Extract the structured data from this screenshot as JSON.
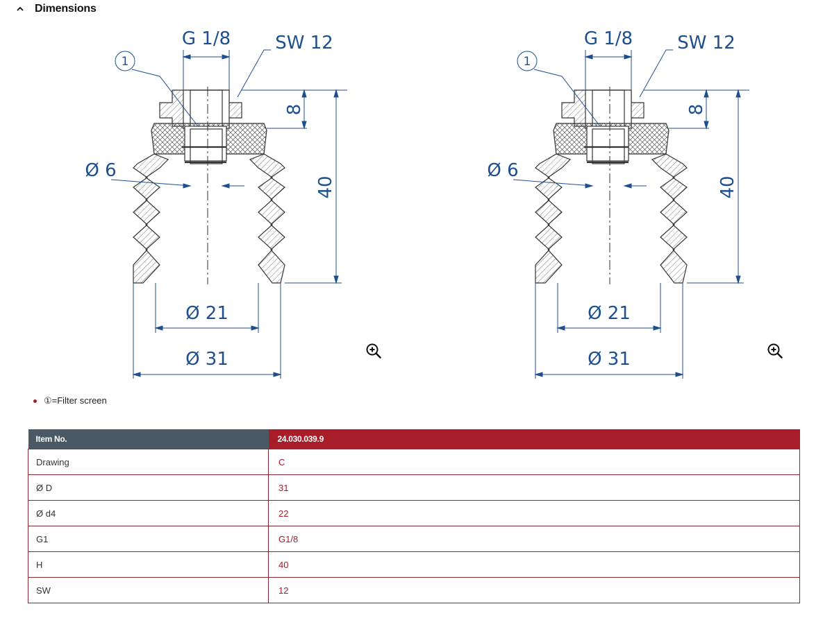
{
  "section": {
    "title": "Dimensions",
    "toggle_icon": "chevron-up-icon"
  },
  "drawing": {
    "thread_label": "G 1/8",
    "wrench_label": "SW 12",
    "callout_number": "1",
    "inner_dia_label": "Ø 6",
    "thread_height_label": "8",
    "total_height_label": "40",
    "bottom_inner_label": "Ø 21",
    "bottom_outer_label": "Ø 31",
    "line_color": "#1d4f8f",
    "zoom_icon": "zoom-in-icon"
  },
  "note": {
    "text": "①=Filter screen",
    "bullet_color": "#a31c28"
  },
  "table": {
    "header_label": "Item No.",
    "header_value": "24.030.039.9",
    "header_label_color": "#4a5963",
    "header_value_color": "#a81d29",
    "rows": [
      {
        "label": "Drawing",
        "value": "C"
      },
      {
        "label": "Ø D",
        "value": "31"
      },
      {
        "label": "Ø d4",
        "value": "22"
      },
      {
        "label": "G1",
        "value": "G1/8"
      },
      {
        "label": "H",
        "value": "40"
      },
      {
        "label": "SW",
        "value": "12"
      }
    ]
  }
}
